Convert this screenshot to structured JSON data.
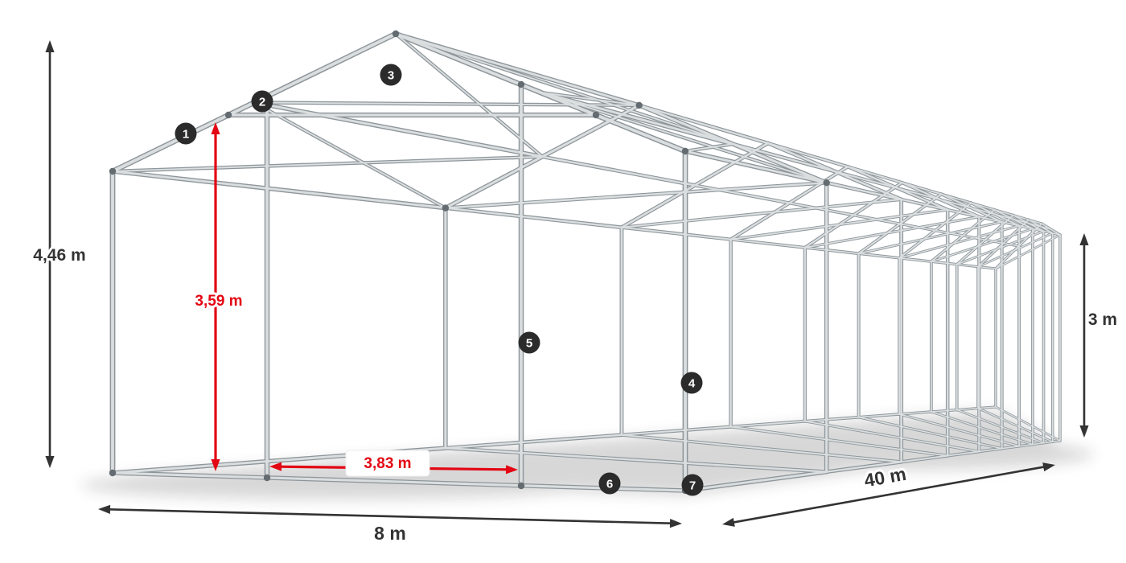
{
  "diagram": {
    "name": "tent-steel-frame-construction",
    "dimensions": {
      "total_height": "4,46 m",
      "inner_height": "3,59 m",
      "side_height": "3 m",
      "width": "8 m",
      "length": "40 m",
      "inner_width": "3,83 m"
    },
    "markers": [
      {
        "label": "1"
      },
      {
        "label": "2"
      },
      {
        "label": "3"
      },
      {
        "label": "4"
      },
      {
        "label": "5"
      },
      {
        "label": "6"
      },
      {
        "label": "7"
      }
    ],
    "colors": {
      "dimension": "#333333",
      "highlight": "#e30613",
      "marker_bg": "#2b2b2b",
      "tube_dark": "#8e969b",
      "tube_light": "#dadedf",
      "joint": "#646c71",
      "shadow": "#1f1f1f"
    }
  }
}
